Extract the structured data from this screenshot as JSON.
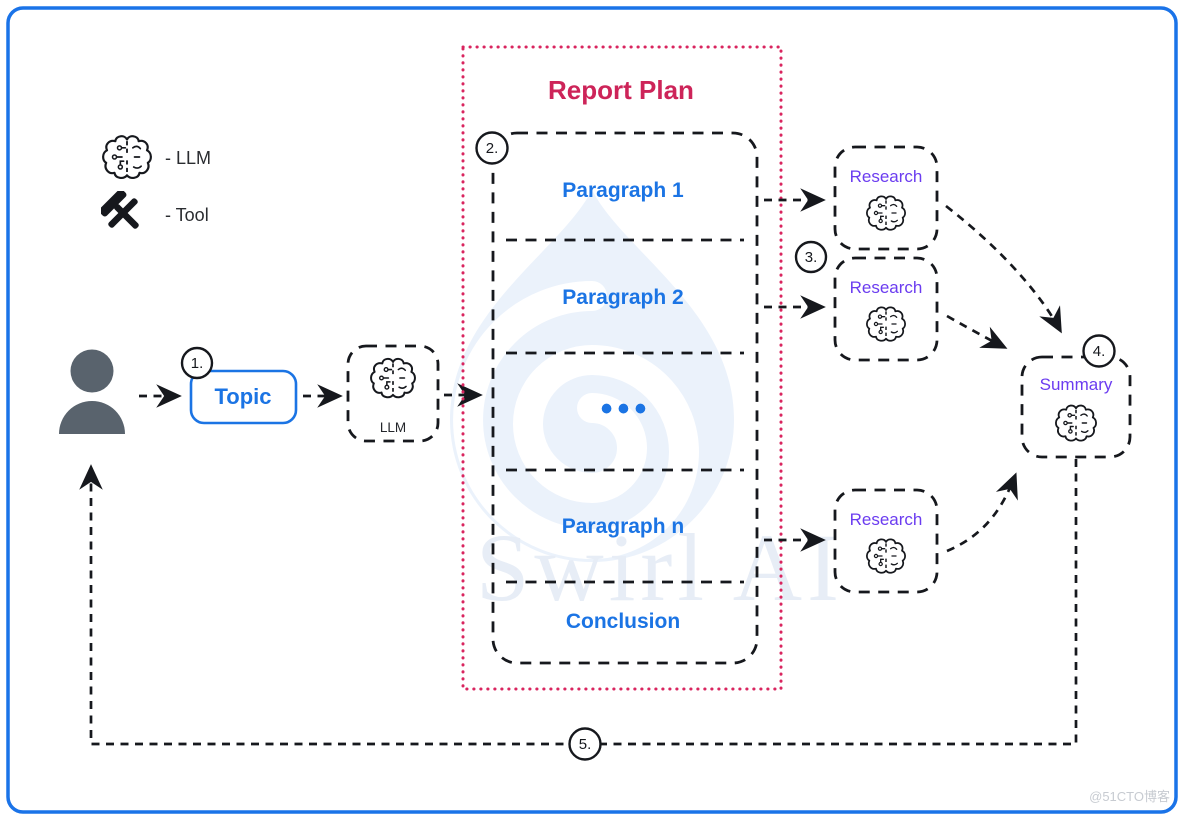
{
  "diagram": {
    "legend": {
      "llm": "- LLM",
      "tool": "- Tool"
    },
    "nodes": {
      "topic": "Topic",
      "llm": "LLM",
      "research": "Research",
      "summary": "Summary"
    },
    "report_plan": {
      "title": "Report Plan",
      "rows": [
        "Paragraph 1",
        "Paragraph 2",
        "•••",
        "Paragraph n",
        "Conclusion"
      ]
    },
    "steps": [
      "1.",
      "2.",
      "3.",
      "4.",
      "5."
    ],
    "watermarks": {
      "brand": "Swirl AI",
      "credit": "@51CTO博客"
    },
    "colors": {
      "frame_blue": "#1a73e8",
      "accent_blue": "#1b74e4",
      "plan_crimson": "#cd2459",
      "agent_purple": "#6b3cf0",
      "ink": "#16181d",
      "person_gray": "#59636d",
      "watermark_blue": "#ebf2fb"
    }
  }
}
